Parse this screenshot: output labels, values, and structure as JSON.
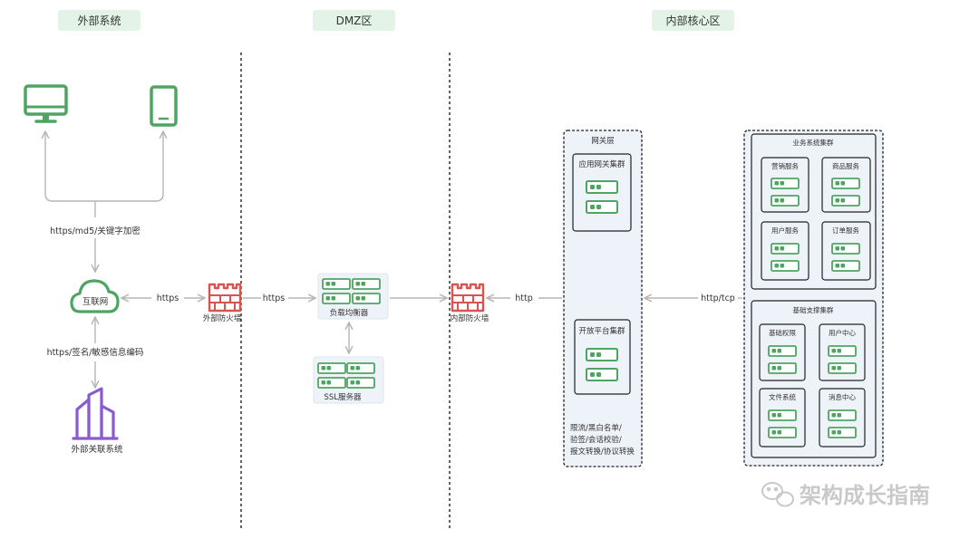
{
  "zones": {
    "external": "外部系统",
    "dmz": "DMZ区",
    "core": "内部核心区"
  },
  "external": {
    "pc_icon": "desktop-icon",
    "phone_icon": "mobile-phone-icon",
    "client_link": "https/md5/关键字加密",
    "internet": "互联网",
    "partner_link": "https/签名/敏感信息编码",
    "partner_label": "外部关联系统"
  },
  "links": {
    "internet_to_fw": "https",
    "fw_to_lb": "https",
    "fw_to_gateway": "http",
    "gateway_to_business": "http/tcp"
  },
  "firewalls": {
    "outer": "外部防火墙",
    "inner": "内部防火墙"
  },
  "dmz": {
    "lb_label": "负载均衡器",
    "ssl_label": "SSL服务器"
  },
  "gateway": {
    "title": "网关层",
    "app_cluster": "应用网关集群",
    "open_cluster": "开放平台集群",
    "features": [
      "限流/黑白名单/",
      "验签/会话校验/",
      "报文转换/协议转换"
    ]
  },
  "business": {
    "title": "业务系统集群",
    "services": [
      "营销服务",
      "商品服务",
      "用户服务",
      "订单服务"
    ]
  },
  "support": {
    "title": "基础支撑集群",
    "services": [
      "基础权限",
      "用户中心",
      "文件系统",
      "消息中心"
    ]
  },
  "watermark": "架构成长指南",
  "colors": {
    "green": "#4ea562",
    "purple": "#8a5bcf",
    "firewall": "#d9534f",
    "pill": "#e3f4e6",
    "panel": "#eef2f9"
  }
}
